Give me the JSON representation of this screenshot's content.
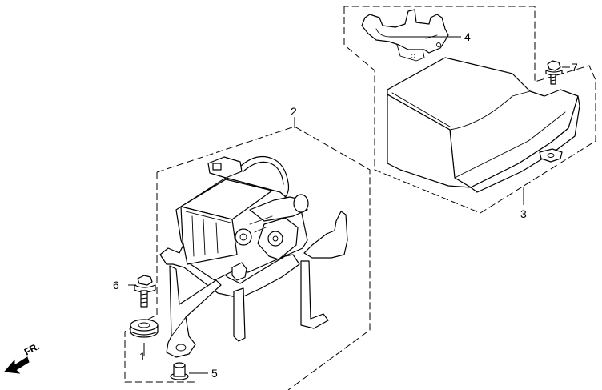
{
  "callouts": {
    "c1": "1",
    "c2": "2",
    "c3": "3",
    "c4": "4",
    "c5": "5",
    "c6": "6",
    "c7": "7"
  },
  "direction": {
    "label": "FR."
  },
  "parts": [
    {
      "ref": "1",
      "icon": "rubber-grommet-icon"
    },
    {
      "ref": "2",
      "icon": "actuator-assembly-icon"
    },
    {
      "ref": "3",
      "icon": "actuator-cover-icon"
    },
    {
      "ref": "4",
      "icon": "cover-bracket-icon"
    },
    {
      "ref": "5",
      "icon": "collar-icon"
    },
    {
      "ref": "6",
      "icon": "flange-bolt-icon"
    },
    {
      "ref": "7",
      "icon": "flange-bolt-icon"
    }
  ]
}
